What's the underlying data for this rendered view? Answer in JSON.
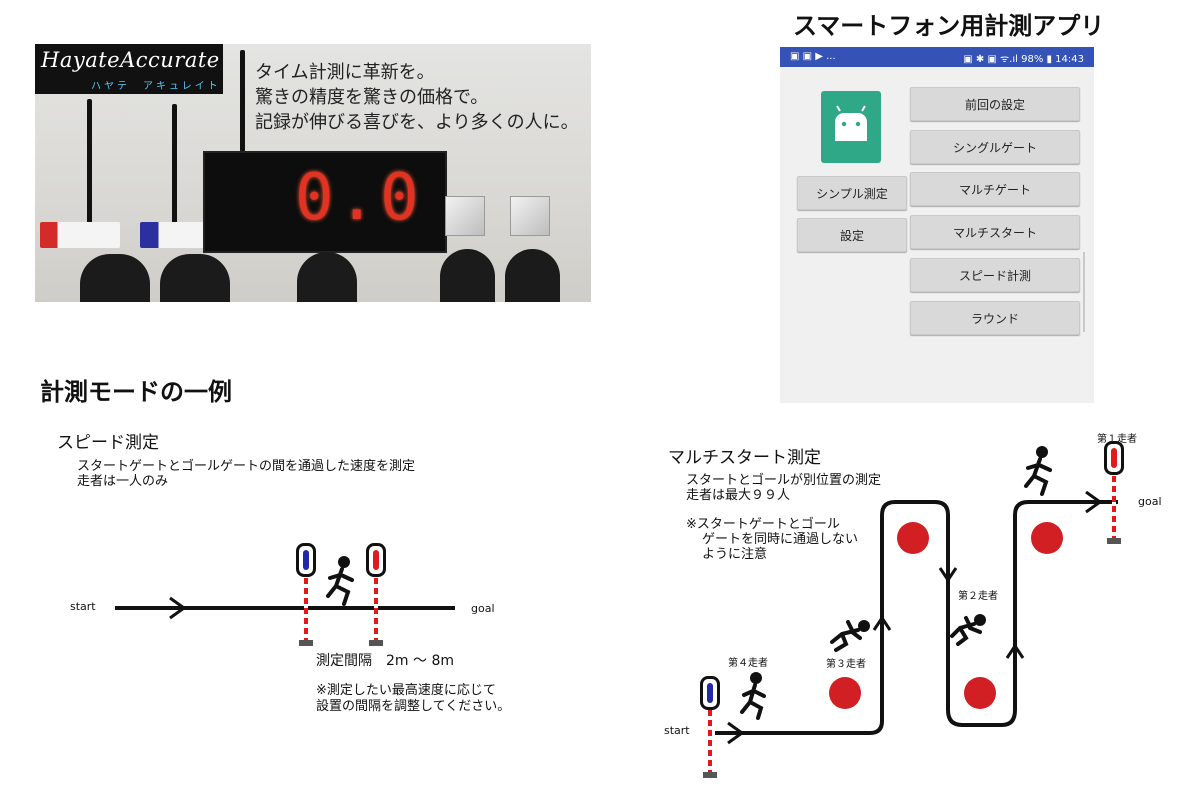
{
  "banner": {
    "logo_title": "HayateAccurate",
    "logo_kana": "ハヤテ　アキュレイト",
    "tagline": [
      "タイム計測に革新を。",
      "驚きの精度を驚きの価格で。",
      "記録が伸びる喜びを、より多くの人に。"
    ],
    "display_value": "0.0"
  },
  "phone": {
    "title": "スマートフォン用計測アプリ",
    "status_left": "▣ ▣ ▶ ...",
    "status_right": "▣ ✱ ▣ ᯤ.ıl 98% ▮ 14:43",
    "left_buttons": [
      "シンプル測定",
      "設定"
    ],
    "right_buttons": [
      "前回の設定",
      "シングルゲート",
      "マルチゲート",
      "マルチスタート",
      "スピード計測",
      "ラウンド"
    ],
    "icon": "android-robot-icon",
    "accent": "#3552b6"
  },
  "modes": {
    "heading": "計測モードの一例",
    "speed": {
      "title": "スピード測定",
      "desc1": "スタートゲートとゴールゲートの間を通過した速度を測定",
      "desc2": "走者は一人のみ",
      "start": "start",
      "goal": "goal",
      "interval": "測定間隔　2m 〜 8m",
      "note1": "※測定したい最高速度に応じて",
      "note2": "設置の間隔を調整してください。"
    },
    "multi": {
      "title": "マルチスタート測定",
      "desc1": "スタートとゴールが別位置の測定",
      "desc2": "走者は最大９９人",
      "note1": "※スタートゲートとゴール",
      "note2": "ゲートを同時に通過しない",
      "note3": "ように注意",
      "start": "start",
      "goal": "goal",
      "runner1": "第１走者",
      "runner2": "第２走者",
      "runner3": "第３走者",
      "runner4": "第４走者"
    }
  }
}
